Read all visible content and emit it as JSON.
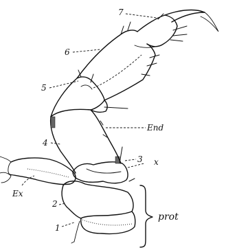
{
  "labels": {
    "seg7": "7",
    "seg6": "6",
    "seg5": "5",
    "endopod": "End",
    "seg4": "4",
    "seg3": "3",
    "x": "x",
    "seg2": "2",
    "exopod": "Ex",
    "seg1": "1",
    "protopod": "prot"
  }
}
